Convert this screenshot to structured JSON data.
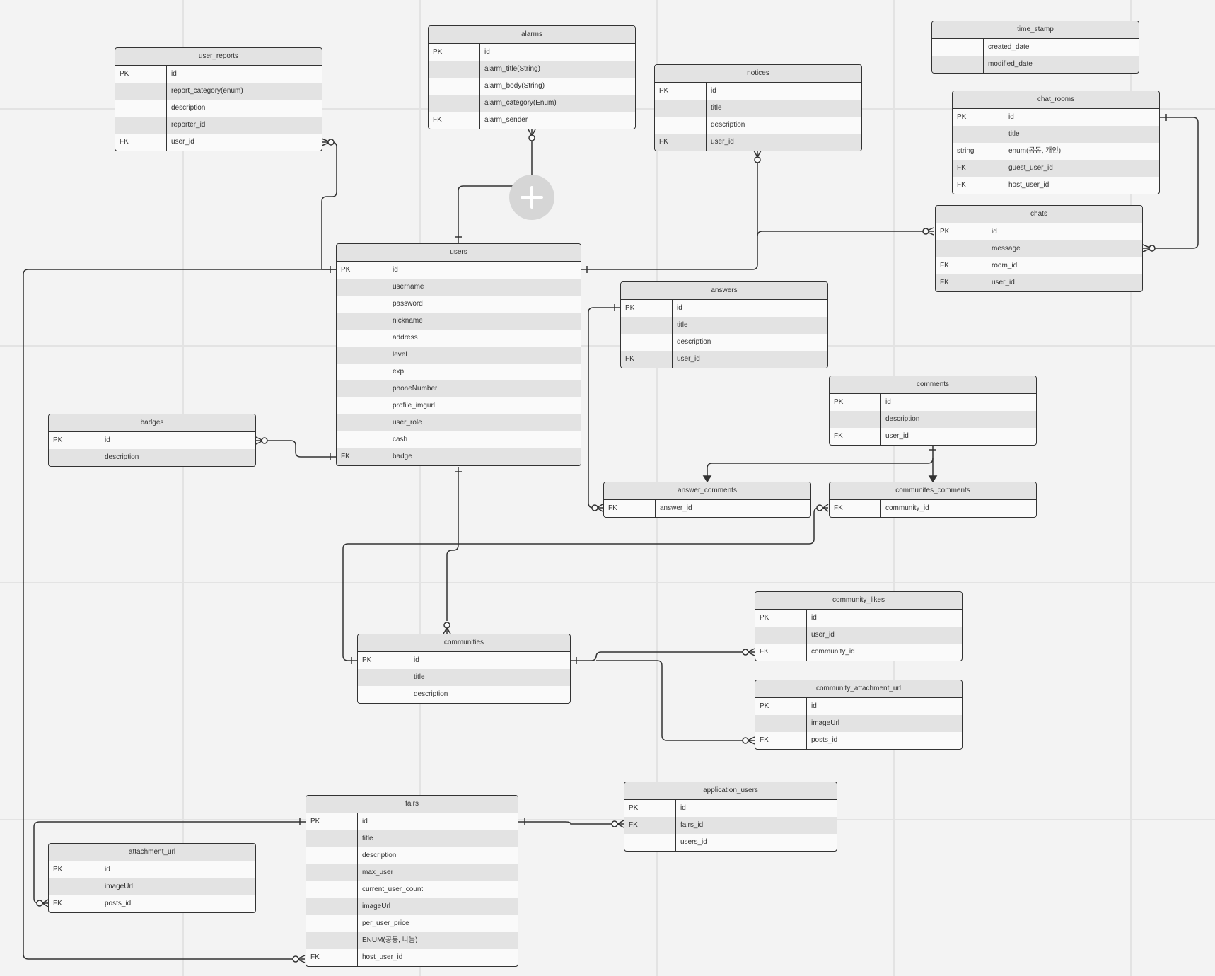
{
  "tables": [
    {
      "id": "user_reports",
      "name": "user_reports",
      "rows": [
        [
          "PK",
          "id"
        ],
        [
          "",
          "report_category(enum)"
        ],
        [
          "",
          "description"
        ],
        [
          "",
          "reporter_id"
        ],
        [
          "FK",
          "user_id"
        ]
      ]
    },
    {
      "id": "alarms",
      "name": "alarms",
      "rows": [
        [
          "PK",
          "id"
        ],
        [
          "",
          "alarm_title(String)"
        ],
        [
          "",
          "alarm_body(String)"
        ],
        [
          "",
          "alarm_category(Enum)"
        ],
        [
          "FK",
          "alarm_sender"
        ]
      ]
    },
    {
      "id": "notices",
      "name": "notices",
      "rows": [
        [
          "PK",
          "id"
        ],
        [
          "",
          "title"
        ],
        [
          "",
          "description"
        ],
        [
          "FK",
          "user_id"
        ]
      ]
    },
    {
      "id": "time_stamp",
      "name": "time_stamp",
      "rows": [
        [
          "",
          "created_date"
        ],
        [
          "",
          "modified_date"
        ]
      ]
    },
    {
      "id": "chat_rooms",
      "name": "chat_rooms",
      "rows": [
        [
          "PK",
          "id"
        ],
        [
          "",
          "title"
        ],
        [
          "string",
          "enum(공동, 개인)"
        ],
        [
          "FK",
          "guest_user_id"
        ],
        [
          "FK",
          "host_user_id"
        ]
      ]
    },
    {
      "id": "chats",
      "name": "chats",
      "rows": [
        [
          "PK",
          "id"
        ],
        [
          "",
          "message"
        ],
        [
          "FK",
          "room_id"
        ],
        [
          "FK",
          "user_id"
        ]
      ]
    },
    {
      "id": "users",
      "name": "users",
      "rows": [
        [
          "PK",
          "id"
        ],
        [
          "",
          "username"
        ],
        [
          "",
          "password"
        ],
        [
          "",
          "nickname"
        ],
        [
          "",
          "address"
        ],
        [
          "",
          "level"
        ],
        [
          "",
          "exp"
        ],
        [
          "",
          "phoneNumber"
        ],
        [
          "",
          "profile_imgurl"
        ],
        [
          "",
          "user_role"
        ],
        [
          "",
          "cash"
        ],
        [
          "FK",
          "badge"
        ]
      ]
    },
    {
      "id": "answers",
      "name": "answers",
      "rows": [
        [
          "PK",
          "id"
        ],
        [
          "",
          "title"
        ],
        [
          "",
          "description"
        ],
        [
          "FK",
          "user_id"
        ]
      ]
    },
    {
      "id": "comments",
      "name": "comments",
      "rows": [
        [
          "PK",
          "id"
        ],
        [
          "",
          "description"
        ],
        [
          "FK",
          "user_id"
        ]
      ]
    },
    {
      "id": "badges",
      "name": "badges",
      "rows": [
        [
          "PK",
          "id"
        ],
        [
          "",
          "description"
        ]
      ]
    },
    {
      "id": "answer_comments",
      "name": "answer_comments",
      "rows": [
        [
          "FK",
          "answer_id"
        ]
      ]
    },
    {
      "id": "communites_comments",
      "name": "communites_comments",
      "rows": [
        [
          "FK",
          "community_id"
        ]
      ]
    },
    {
      "id": "community_likes",
      "name": "community_likes",
      "rows": [
        [
          "PK",
          "id"
        ],
        [
          "",
          "user_id"
        ],
        [
          "FK",
          "community_id"
        ]
      ]
    },
    {
      "id": "communities",
      "name": "communities",
      "rows": [
        [
          "PK",
          "id"
        ],
        [
          "",
          "title"
        ],
        [
          "",
          "description"
        ]
      ]
    },
    {
      "id": "community_attachment_url",
      "name": "community_attachment_url",
      "rows": [
        [
          "PK",
          "id"
        ],
        [
          "",
          "imageUrl"
        ],
        [
          "FK",
          "posts_id"
        ]
      ]
    },
    {
      "id": "application_users",
      "name": "application_users",
      "rows": [
        [
          "PK",
          "id"
        ],
        [
          "FK",
          "fairs_id"
        ],
        [
          "",
          "users_id"
        ]
      ]
    },
    {
      "id": "fairs",
      "name": "fairs",
      "rows": [
        [
          "PK",
          "id"
        ],
        [
          "",
          "title"
        ],
        [
          "",
          "description"
        ],
        [
          "",
          "max_user"
        ],
        [
          "",
          "current_user_count"
        ],
        [
          "",
          "imageUrl"
        ],
        [
          "",
          "per_user_price"
        ],
        [
          "",
          "ENUM(공동, 나눔)"
        ],
        [
          "FK",
          "host_user_id"
        ]
      ]
    },
    {
      "id": "attachment_url",
      "name": "attachment_url",
      "rows": [
        [
          "PK",
          "id"
        ],
        [
          "",
          "imageUrl"
        ],
        [
          "FK",
          "posts_id"
        ]
      ]
    }
  ],
  "colors": {
    "line": "#333333",
    "header": "#e3e3e3",
    "row": "#fafafa",
    "rowAlt": "#e3e3e3",
    "grid": "#e3e3e3",
    "background": "#f3f3f3",
    "addButton": "#d6d6d6"
  },
  "icons": {
    "add": "plus-icon"
  }
}
